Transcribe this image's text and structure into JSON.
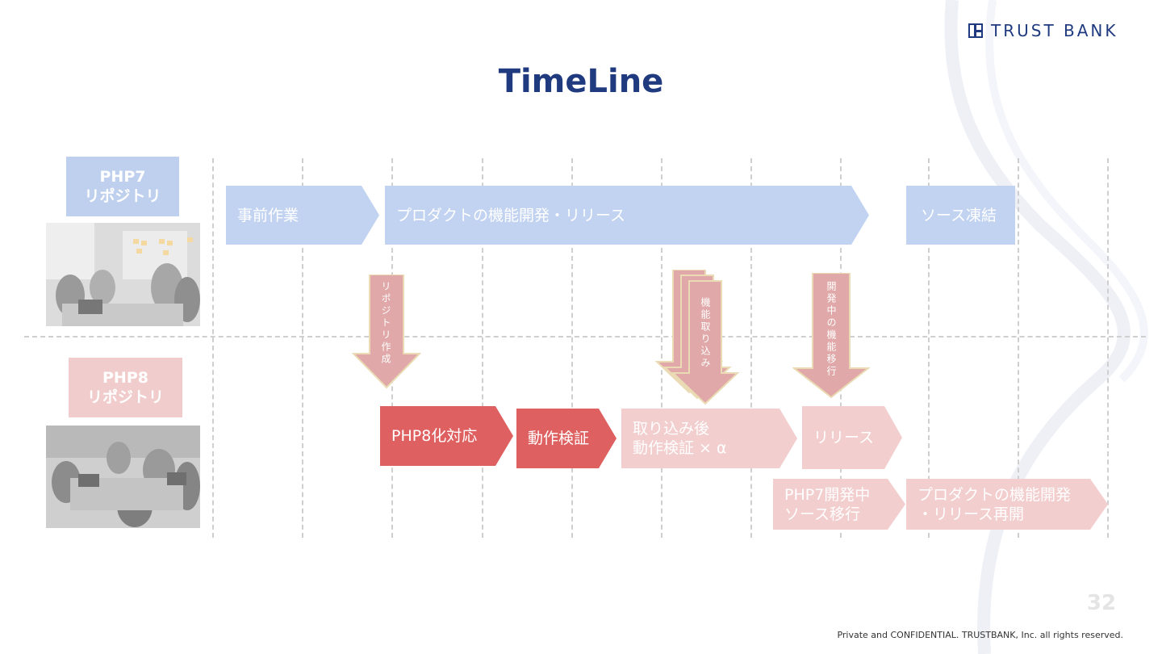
{
  "logo": {
    "text": "TRUST BANK"
  },
  "slide": {
    "title": "TimeLine",
    "page_number": "32",
    "footer": "Private and  CONFIDENTIAL. TRUSTBANK, Inc. all rights reserved."
  },
  "rows": [
    {
      "label": "PHP7\nリポジトリ",
      "color": "#bfd0ee",
      "photo": "team-meeting-photo"
    },
    {
      "label": "PHP8\nリポジトリ",
      "color": "#f1cccc",
      "photo": "team-working-photo"
    }
  ],
  "php7_arrows": [
    {
      "text": "事前作業"
    },
    {
      "text": "プロダクトの機能開発・リリース"
    },
    {
      "text": "ソース凍結"
    }
  ],
  "transfer_arrows": [
    {
      "text": "リポジトリ作成"
    },
    {
      "text": "機能取り込み"
    },
    {
      "text": "開発中の機能移行"
    }
  ],
  "php8_arrows": [
    {
      "text": "PHP8化対応"
    },
    {
      "text": "動作検証"
    },
    {
      "text": "取り込み後\n動作検証 × α"
    },
    {
      "text": "リリース"
    },
    {
      "text": "PHP7開発中\nソース移行"
    },
    {
      "text": "プロダクトの機能開発\n・リリース再開"
    }
  ],
  "colors": {
    "title": "#1f3a7f",
    "php7": "#c2d3f1",
    "php8_light": "#f3cece",
    "php8_active": "#df6060",
    "transfer": "#e0a8a8"
  }
}
